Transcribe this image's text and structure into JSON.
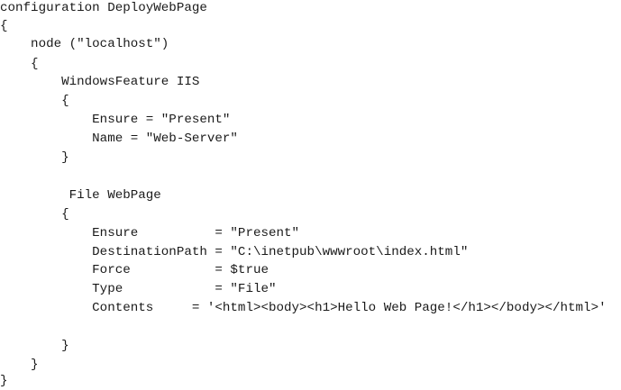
{
  "code": {
    "lines": [
      "configuration DeployWebPage",
      "{",
      "    node (\"localhost\")",
      "    {",
      "        WindowsFeature IIS",
      "        {",
      "            Ensure = \"Present\"",
      "            Name = \"Web-Server\"",
      "        }",
      "",
      "         File WebPage",
      "        {",
      "            Ensure          = \"Present\"",
      "            DestinationPath = \"C:\\inetpub\\wwwroot\\index.html\"",
      "            Force           = $true",
      "            Type            = \"File\"",
      "            Contents     = '<html><body><h1>Hello Web Page!</h1></body></html>'",
      "",
      "        }",
      "    }",
      "}"
    ]
  }
}
